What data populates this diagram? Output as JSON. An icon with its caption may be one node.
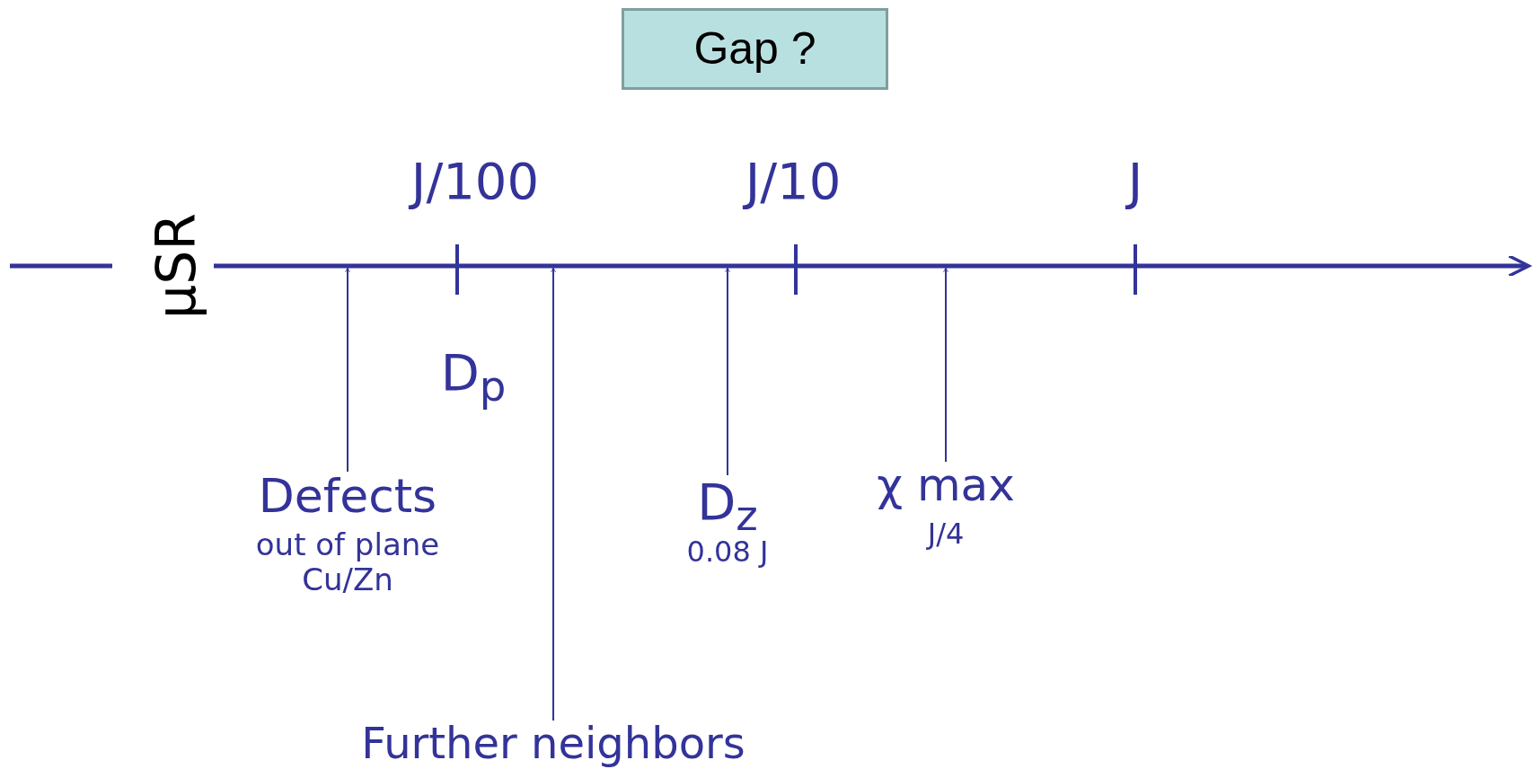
{
  "diagram": {
    "nodes": [
      {
        "text": [
          "Gap ?"
        ]
      },
      {
        "text": [
          "Defects",
          "out of plane Cu/Zn"
        ]
      },
      {
        "text": [
          "Further neighbors"
        ]
      },
      {
        "text": [
          "D$_{z}$",
          "0.08 J"
        ]
      },
      {
        "text": [
          "χ max",
          "J/4"
        ]
      },
      {
        "text": [],
        "shape": "bar"
      }
    ],
    "edges": [
      {
        "from": 1,
        "to": 5,
        "arrow": "to"
      },
      {
        "from": 2,
        "to": 5,
        "arrow": "to"
      },
      {
        "from": 3,
        "to": 5,
        "arrow": "to"
      },
      {
        "from": 4,
        "to": 5,
        "arrow": "to"
      }
    ],
    "labels": [
      "J/100",
      "J/10",
      "J",
      "μSR",
      "D$_{p}$"
    ]
  }
}
